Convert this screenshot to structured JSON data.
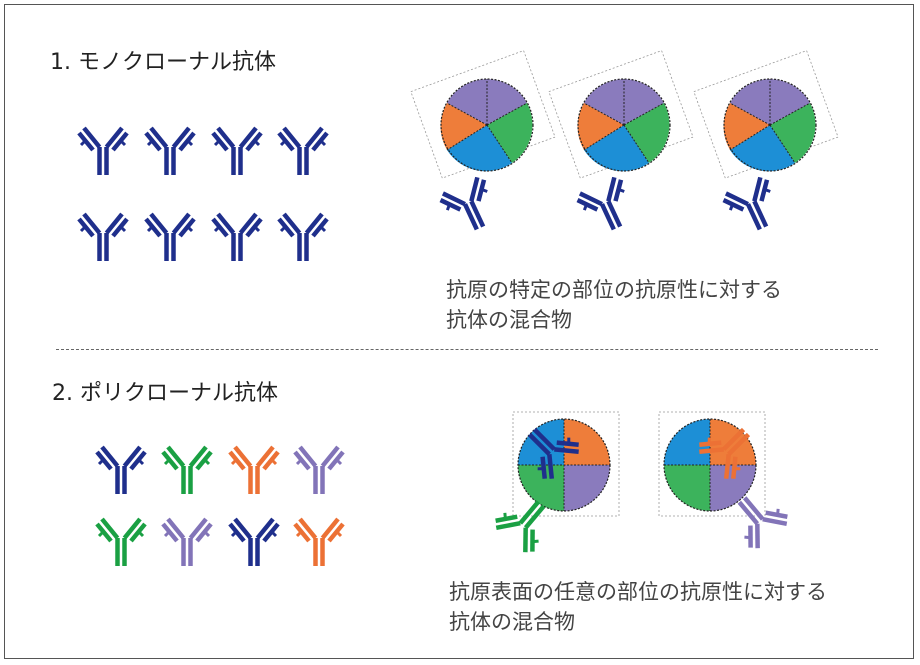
{
  "section1": {
    "title": "1. モノクローナル抗体",
    "caption_line1": "抗原の特定の部位の抗原性に対する",
    "caption_line2": "抗体の混合物"
  },
  "section2": {
    "title": "2. ポリクローナル抗体",
    "caption_line1": "抗原表面の任意の部位の抗原性に対する",
    "caption_line2": "抗体の混合物"
  },
  "colors": {
    "navy": "#1f2f8c",
    "green": "#1aa043",
    "orange": "#ec7135",
    "purple": "#8274b8",
    "quad_purple": "#8a7bbd",
    "quad_green": "#3cb35c",
    "quad_blue": "#1d8fd6",
    "quad_orange": "#ee7d3a"
  },
  "icons": {
    "antibody": "antibody-icon",
    "antigen": "antigen-icon"
  }
}
